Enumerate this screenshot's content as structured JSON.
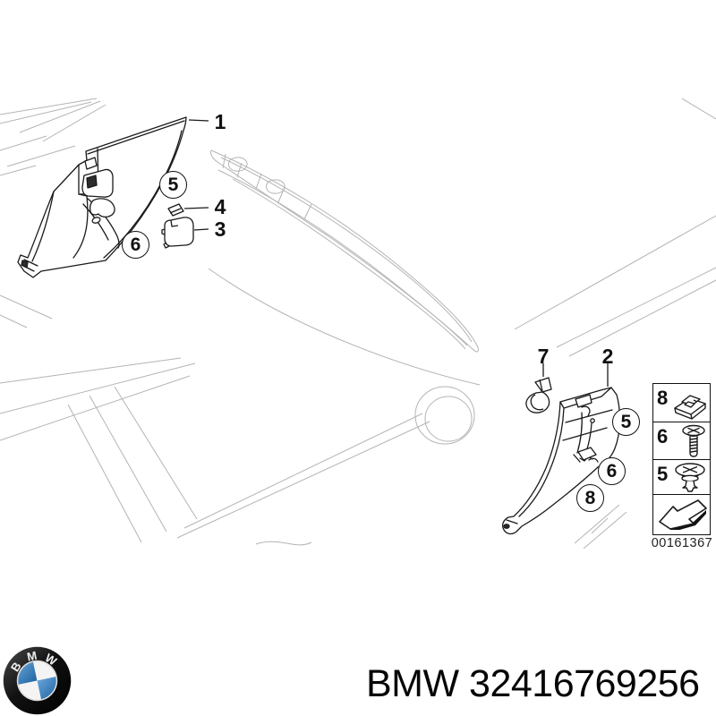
{
  "diagram": {
    "left_assembly": {
      "callouts": [
        {
          "label": "1",
          "shape": "plain"
        },
        {
          "label": "5",
          "shape": "circle"
        },
        {
          "label": "4",
          "shape": "plain"
        },
        {
          "label": "3",
          "shape": "plain"
        },
        {
          "label": "6",
          "shape": "circle"
        }
      ]
    },
    "right_assembly": {
      "callouts": [
        {
          "label": "7",
          "shape": "plain"
        },
        {
          "label": "2",
          "shape": "plain"
        },
        {
          "label": "5",
          "shape": "circle"
        },
        {
          "label": "6",
          "shape": "circle"
        },
        {
          "label": "8",
          "shape": "circle"
        }
      ]
    },
    "legend": {
      "rows": [
        {
          "label": "8",
          "icon": "clip-icon"
        },
        {
          "label": "6",
          "icon": "screw-icon"
        },
        {
          "label": "5",
          "icon": "rivet-icon"
        }
      ],
      "direction_icon": "direction-arrow-icon",
      "image_number": "00161367"
    }
  },
  "branding": {
    "logo_letters": [
      "B",
      "M",
      "W"
    ],
    "part_title": "BMW 32416769256"
  },
  "colors": {
    "line_art": "#1a1a1a",
    "wireframe": "#b4b4b4",
    "logo_ring": "#161616",
    "logo_blue": "#3a80c2"
  }
}
